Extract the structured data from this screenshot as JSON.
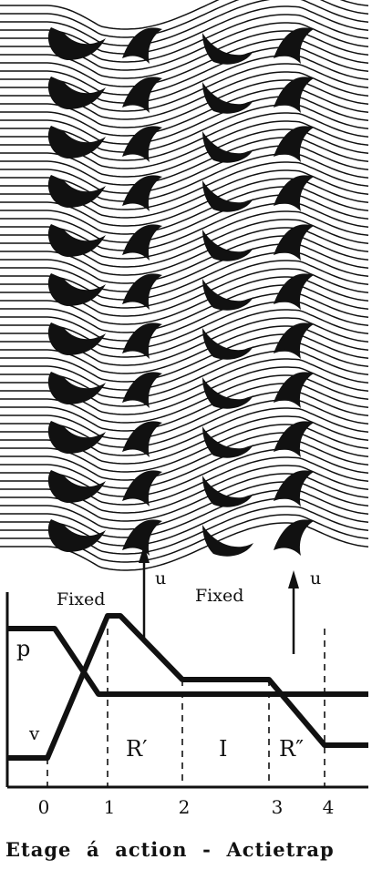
{
  "diagram": {
    "colors": {
      "ink": "#111111",
      "paper": "#ffffff"
    },
    "top_labels": {
      "fixed_1": "Fixed",
      "fixed_2": "Fixed",
      "velocity_1": "u",
      "velocity_2": "u"
    },
    "curve_labels": {
      "pressure": "p",
      "velocity": "v"
    },
    "zones": [
      "R′",
      "I",
      "R″"
    ],
    "stations": [
      "0",
      "1",
      "2",
      "3",
      "4"
    ],
    "caption": "Etage  á  action  -  Actietrap"
  }
}
